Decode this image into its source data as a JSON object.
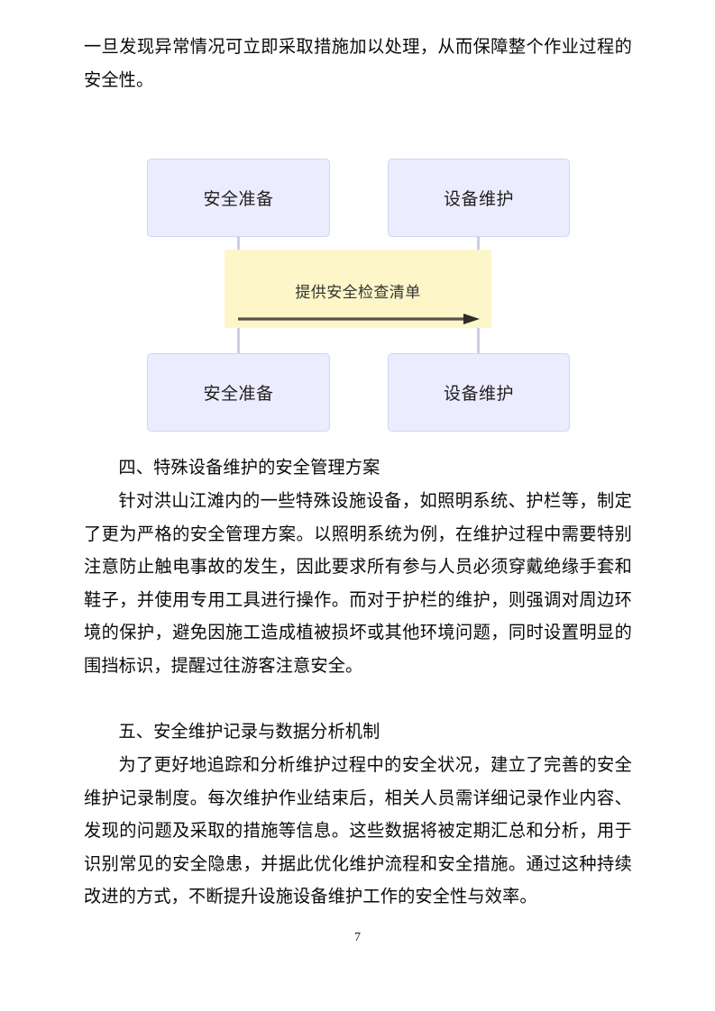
{
  "document": {
    "page_number": "7",
    "paragraph_top": "一旦发现异常情况可立即采取措施加以处理，从而保障整个作业过程的安全性。",
    "heading_four": "四、特殊设备维护的安全管理方案",
    "paragraph_four": "针对洪山江滩内的一些特殊设施设备，如照明系统、护栏等，制定了更为严格的安全管理方案。以照明系统为例，在维护过程中需要特别注意防止触电事故的发生，因此要求所有参与人员必须穿戴绝缘手套和鞋子，并使用专用工具进行操作。而对于护栏的维护，则强调对周边环境的保护，避免因施工造成植被损坏或其他环境问题，同时设置明显的围挡标识，提醒过往游客注意安全。",
    "heading_five": "五、安全维护记录与数据分析机制",
    "paragraph_five": "为了更好地追踪和分析维护过程中的安全状况，建立了完善的安全维护记录制度。每次维护作业结束后，相关人员需详细记录作业内容、发现的问题及采取的措施等信息。这些数据将被定期汇总和分析，用于识别常见的安全隐患，并据此优化维护流程和安全措施。通过这种持续改进的方式，不断提升设施设备维护工作的安全性与效率。"
  },
  "diagram": {
    "type": "sequence",
    "actor_a_top_label": "安全准备",
    "actor_b_top_label": "设备维护",
    "actor_a_bottom_label": "安全准备",
    "actor_b_bottom_label": "设备维护",
    "message_label": "提供安全检查清单",
    "colors": {
      "actor_fill": "#ECECFF",
      "actor_border": "#D3D3F5",
      "lifeline": "#CFCBE8",
      "note_fill": "#FCF6C8",
      "arrow": "#555247",
      "message_text": "#333333"
    }
  }
}
